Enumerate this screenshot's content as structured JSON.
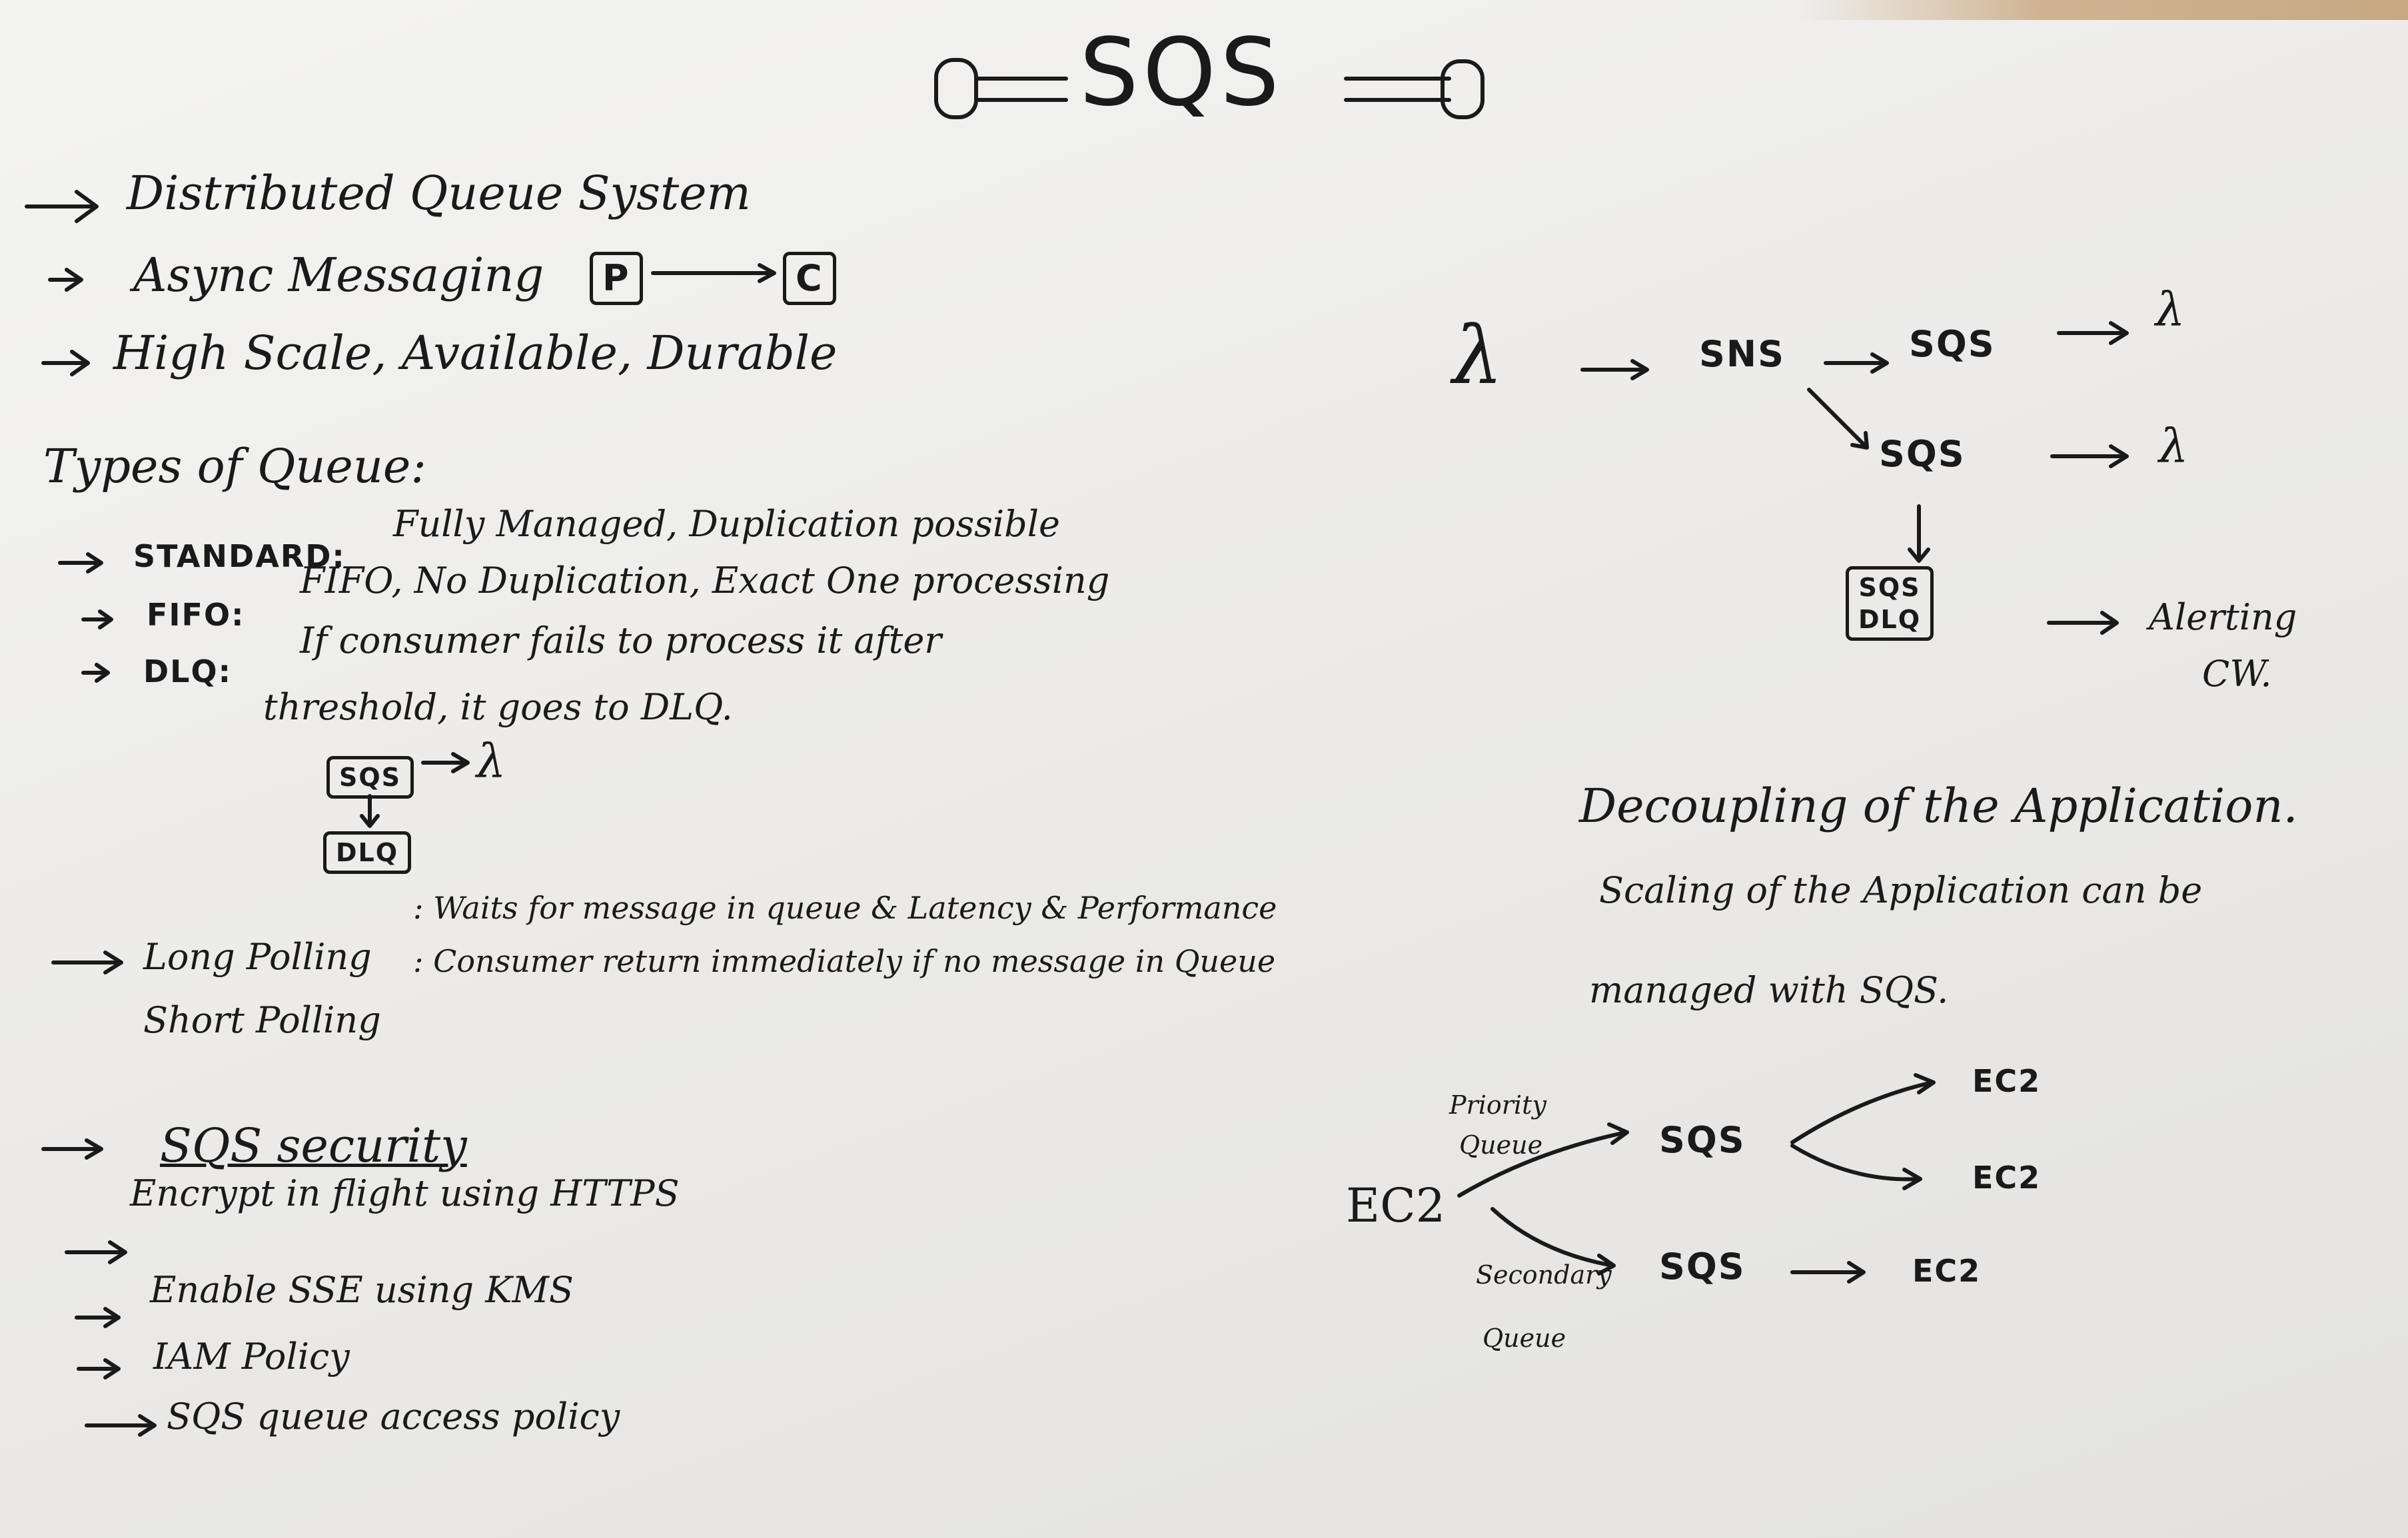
{
  "title": "SQS",
  "intro": {
    "line1": "Distributed Queue System",
    "line2": "Async Messaging",
    "producer": "P",
    "consumer": "C",
    "line3": "High Scale, Available, Durable"
  },
  "types": {
    "heading": "Types of Queue:",
    "standard_label": "STANDARD:",
    "standard_text": "Fully Managed, Duplication possible",
    "fifo_label": "FIFO:",
    "fifo_text": "FIFO, No Duplication, Exact One processing",
    "dlq_label": "DLQ:",
    "dlq_text1": "If consumer fails to process it after",
    "dlq_text2": "threshold, it goes to DLQ.",
    "dlq_box_sqs": "SQS",
    "dlq_box_dlq": "DLQ",
    "dlq_lambda": "λ"
  },
  "polling": {
    "long_label": "Long Polling",
    "long_text": ": Waits for message in queue & Latency & Performance",
    "short_label": "Short Polling",
    "short_text": ": Consumer return immediately if no message in Queue"
  },
  "security": {
    "heading": "SQS security",
    "item1": "Encrypt in flight using HTTPS",
    "item2": "Enable SSE using KMS",
    "item3": "IAM Policy",
    "item4": "SQS queue access policy"
  },
  "fanout": {
    "lambda": "λ",
    "sns": "SNS",
    "sqs1": "SQS",
    "sqs2": "SQS",
    "out1": "λ",
    "out2": "λ",
    "dlq_sqs": "SQS",
    "dlq_dlq": "DLQ",
    "alert1": "Alerting",
    "alert2": "CW."
  },
  "decoupling": {
    "line1": "Decoupling of the Application.",
    "line2": "Scaling of the Application can be",
    "line3": "managed with SQS."
  },
  "scaling": {
    "source": "EC2",
    "priority1": "Priority",
    "priority2": "Queue",
    "sqs_top": "SQS",
    "ec2_a": "EC2",
    "ec2_b": "EC2",
    "secondary1": "Secondary",
    "secondary2": "Queue",
    "sqs_bottom": "SQS",
    "ec2_c": "EC2"
  }
}
